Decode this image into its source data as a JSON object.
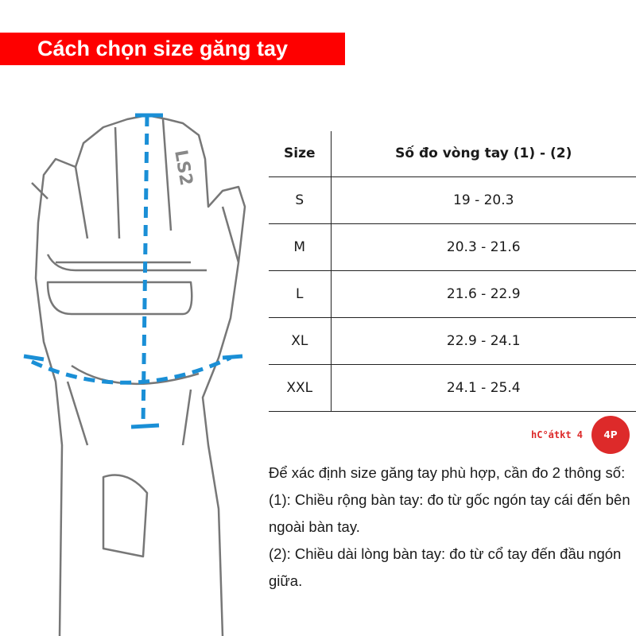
{
  "title": "Cách chọn size găng tay",
  "table": {
    "headers": [
      "Size",
      "Số đo vòng tay (1) - (2)"
    ],
    "rows": [
      {
        "size": "S",
        "range": "19 - 20.3"
      },
      {
        "size": "M",
        "range": "20.3 - 21.6"
      },
      {
        "size": "L",
        "range": "21.6 - 22.9"
      },
      {
        "size": "XL",
        "range": "22.9 - 24.1"
      },
      {
        "size": "XXL",
        "range": "24.1 - 25.4"
      }
    ]
  },
  "description": {
    "intro": "Để xác định size găng tay phù hợp, cần đo 2 thông số:",
    "point1": "(1): Chiều rộng bàn tay: đo từ gốc ngón tay cái đến bên ngoài bàn tay.",
    "point2": "(2): Chiều dài lòng bàn tay: đo từ cổ tay đến đầu ngón giữa."
  },
  "glove": {
    "brand_mark": "LS2",
    "measure_color": "#1a8fd6"
  },
  "logo": {
    "text": "4P",
    "watermark": "hC°átkt 4",
    "color": "#dd2a2a"
  },
  "colors": {
    "banner": "#fe0000"
  }
}
